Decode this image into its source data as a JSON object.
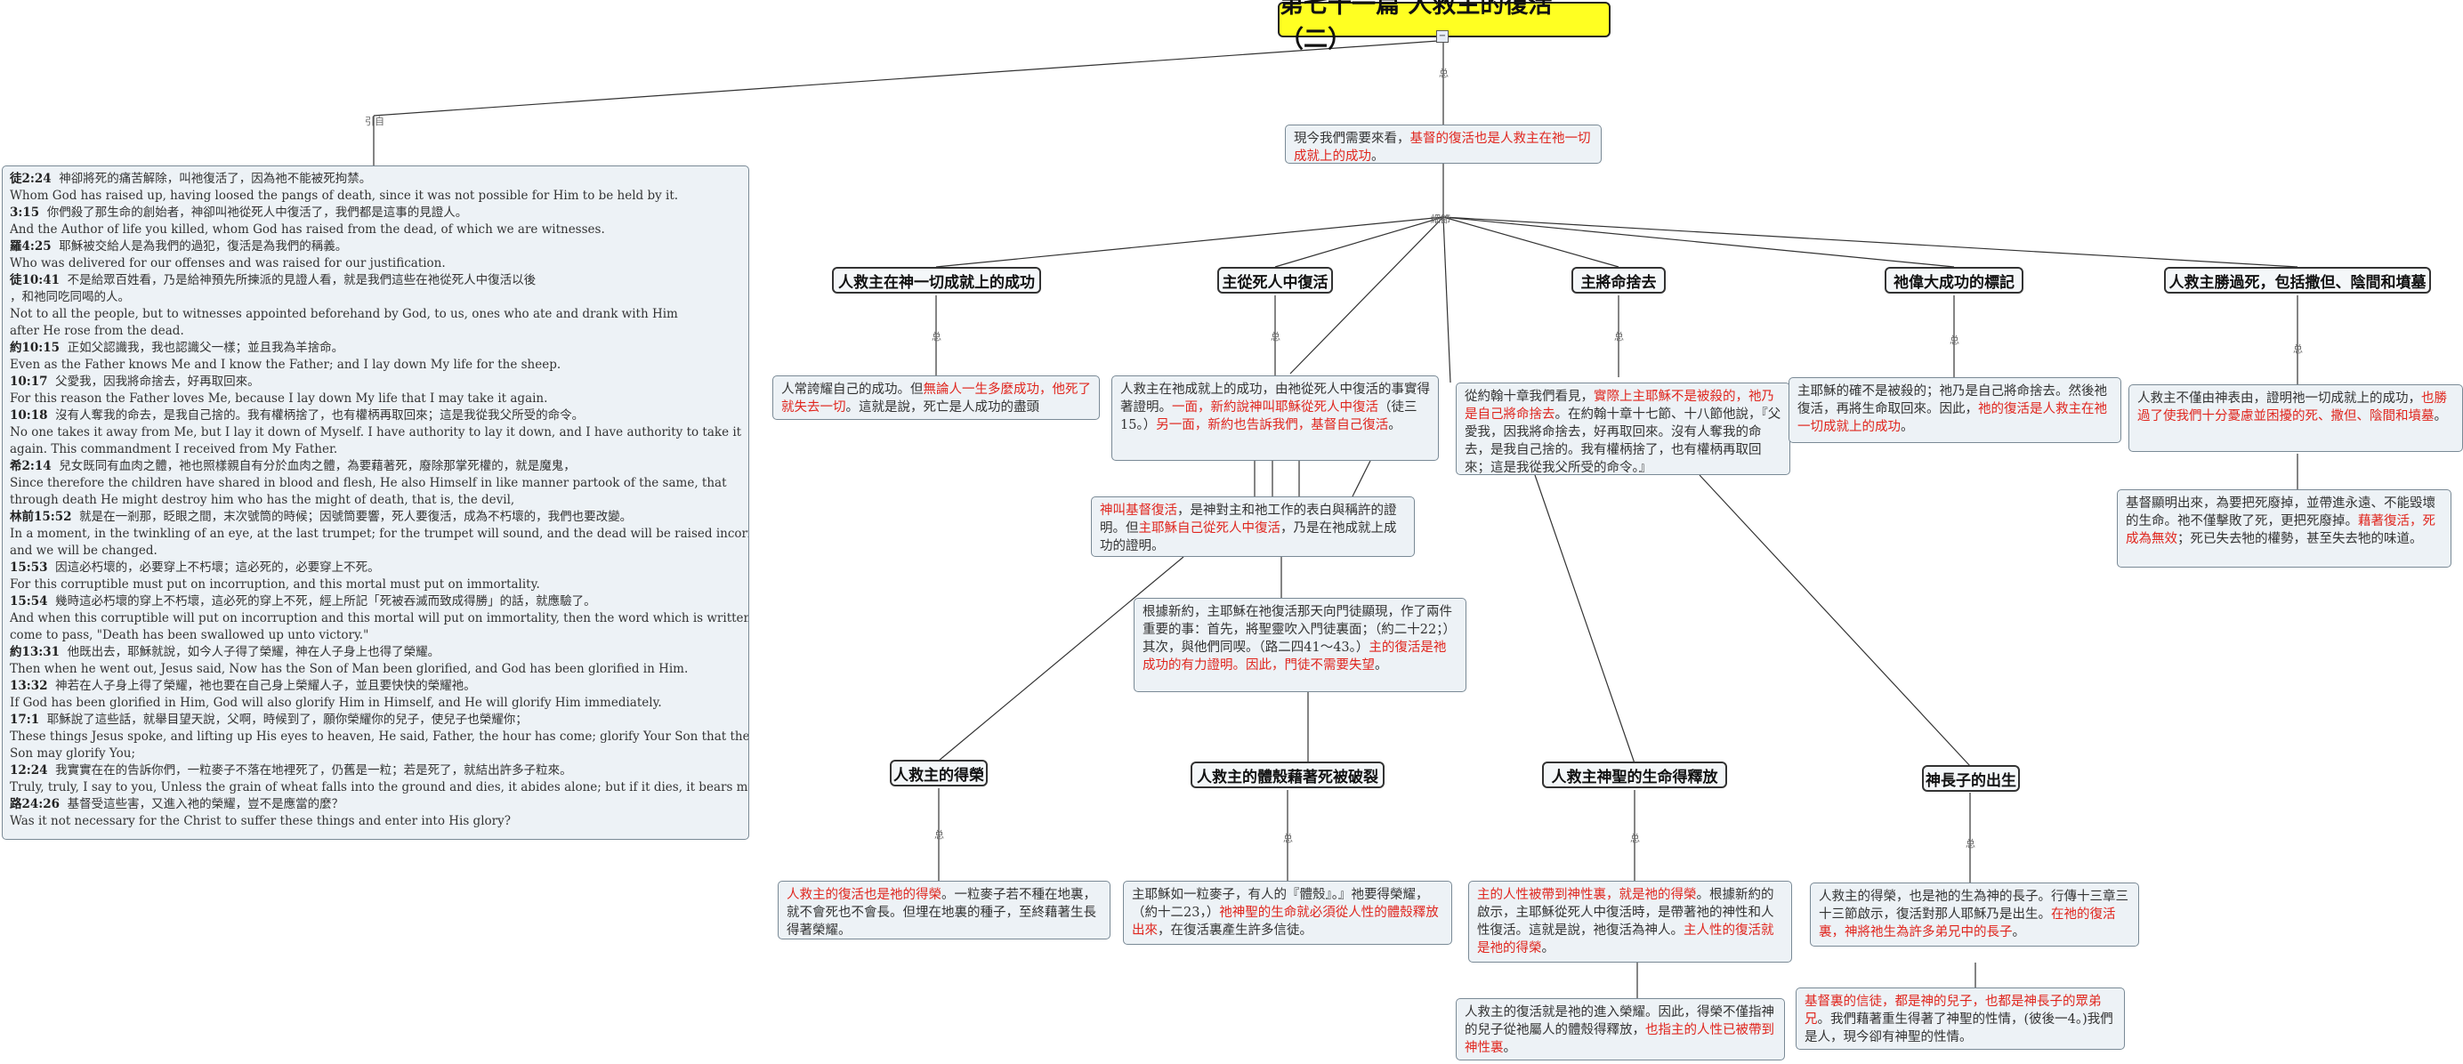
{
  "title": "第七十一篇 人救主的復活（二）",
  "link_labels": {
    "yinzi": "引自",
    "root": "总",
    "branch": "細節",
    "leaf": "总"
  },
  "intro": [
    {
      "t": "現今我們需要來看，"
    },
    {
      "t": "基督的復活也是人救主在祂一切成就上的成功",
      "r": true
    },
    {
      "t": "。"
    }
  ],
  "topics": {
    "t1": "人救主在神一切成就上的成功",
    "t2": "主從死人中復活",
    "t3": "主將命捨去",
    "t4": "祂偉大成功的標記",
    "t5": "人救主勝過死，包括撒但、陰間和墳墓",
    "t6": "人救主的得榮",
    "t7": "人救主的體殼藉著死被破裂",
    "t8": "人救主神聖的生命得釋放",
    "t9": "神長子的出生"
  },
  "notes": {
    "n1": [
      {
        "t": "人常誇耀自己的成功。但"
      },
      {
        "t": "無論人一生多麼成功，他死了就失去一切",
        "r": true
      },
      {
        "t": "。這就是說，死亡是人成功的盡頭"
      }
    ],
    "n2": [
      {
        "t": "人救主在祂成就上的成功，由祂從死人中復活的事實得著證明。"
      },
      {
        "t": "一面，新約說神叫耶穌從死人中復活",
        "r": true
      },
      {
        "t": "（徒三15。）"
      },
      {
        "t": "另一面，新約也告訴我們，基督自己復活",
        "r": true
      },
      {
        "t": "。"
      }
    ],
    "n3": [
      {
        "t": "神叫基督復活",
        "r": true
      },
      {
        "t": "，是神對主和祂工作的表白與稱許的證明。但"
      },
      {
        "t": "主耶穌自己從死人中復活",
        "r": true
      },
      {
        "t": "，乃是在祂成就上成功的證明。"
      }
    ],
    "n4": [
      {
        "t": "根據新約，主耶穌在祂復活那天向門徒顯現，作了兩件重要的事：首先，將聖靈吹入門徒裏面；（約二十22；）其次，與他們同喫。（路二四41～43。）"
      },
      {
        "t": "主的復活是祂成功的有力證明。因此，門徒不需要失望",
        "r": true
      },
      {
        "t": "。"
      }
    ],
    "n5": [
      {
        "t": "從約翰十章我們看見，"
      },
      {
        "t": "實際上主耶穌不是被殺的，祂乃是自己將命捨去",
        "r": true
      },
      {
        "t": "。在約翰十章十七節、十八節他說，『父愛我，因我將命捨去，好再取回來。沒有人奪我的命去，是我自己捨的。我有權柄捨了，也有權柄再取回來；這是我從我父所受的命令。』"
      }
    ],
    "n6": [
      {
        "t": "主耶穌的確不是被殺的；祂乃是自己將命捨去。然後祂復活，再將生命取回來。因此，"
      },
      {
        "t": "祂的復活是人救主在祂一切成就上的成功",
        "r": true
      },
      {
        "t": "。"
      }
    ],
    "n7": [
      {
        "t": "人救主不僅由神表由，證明祂一切成就上的成功，"
      },
      {
        "t": "也勝過了使我們十分憂慮並困擾的死、撒但、陰間和墳墓",
        "r": true
      },
      {
        "t": "。"
      }
    ],
    "n8": [
      {
        "t": "基督顯明出來，為要把死廢掉，並帶進永遠、不能毀壞的生命。祂不僅擊敗了死，更把死廢掉。"
      },
      {
        "t": "藉著復活，死成為無效",
        "r": true
      },
      {
        "t": "；死已失去牠的權勢，甚至失去牠的味道。"
      }
    ],
    "n9": [
      {
        "t": "人救主的復活也是祂的得榮",
        "r": true
      },
      {
        "t": "。一粒麥子若不種在地裏，就不會死也不會長。但埋在地裏的種子，至終藉著生長得著榮耀。"
      }
    ],
    "n10": [
      {
        "t": "主耶穌如一粒麥子，有人的『體殼』。』祂要得榮耀，（約十二23，）"
      },
      {
        "t": "祂神聖的生命就必須從人性的體殼釋放出來",
        "r": true
      },
      {
        "t": "，在復活裏產生許多信徒。"
      }
    ],
    "n11": [
      {
        "t": "主的人性被帶到神性裏，就是祂的得榮",
        "r": true
      },
      {
        "t": "。根據新約的啟示，主耶穌從死人中復活時，是帶著祂的神性和人性復活。這就是說，祂復活為神人。"
      },
      {
        "t": "主人性的復活就是祂的得榮",
        "r": true
      },
      {
        "t": "。"
      }
    ],
    "n12": [
      {
        "t": "人救主的復活就是祂的進入榮耀。因此，得榮不僅指神的兒子從祂屬人的體殼得釋放，"
      },
      {
        "t": "也指主的人性已被帶到神性裏",
        "r": true
      },
      {
        "t": "。"
      }
    ],
    "n13": [
      {
        "t": "人救主的得榮，也是祂的生為神的長子。行傳十三章三十三節啟示，復活對那人耶穌乃是出生。"
      },
      {
        "t": "在祂的復活裏，神將祂生為許多弟兄中的長子",
        "r": true
      },
      {
        "t": "。"
      }
    ],
    "n14": [
      {
        "t": "基督裏的信徒，都是神的兒子，也都是神長子的眾弟兄",
        "r": true
      },
      {
        "t": "。我們藉著重生得著了神聖的性情，(彼後一4。)我們是人，現今卻有神聖的性情。"
      }
    ]
  },
  "references": [
    {
      "ref": "徒2:24",
      "zh": "神卻將死的痛苦解除，叫祂復活了，因為祂不能被死拘禁。",
      "en": [
        "Whom God has raised up, having loosed the pangs of death, since it was not possible for Him to be held by it."
      ]
    },
    {
      "ref": "3:15",
      "zh": "你們殺了那生命的創始者，神卻叫祂從死人中復活了，我們都是這事的見證人。",
      "en": [
        "And the Author of life you killed, whom God has raised from the dead, of which we are witnesses."
      ]
    },
    {
      "ref": "羅4:25",
      "zh": "耶穌被交給人是為我們的過犯，復活是為我們的稱義。",
      "en": [
        "Who was delivered for our offenses and was raised for our justification."
      ]
    },
    {
      "ref": "徒10:41",
      "zh": "不是給眾百姓看，乃是給神預先所揀派的見證人看，就是我們這些在祂從死人中復活以後",
      "zh2": "，和祂同吃同喝的人。",
      "en": [
        "Not to all the people, but to witnesses appointed beforehand by God, to us, ones who ate and drank with Him",
        "after He rose from the dead."
      ]
    },
    {
      "ref": "約10:15",
      "zh": "正如父認識我，我也認識父一樣；並且我為羊捨命。",
      "en": [
        "Even as the Father knows Me and I know the Father; and I lay down My life for the sheep."
      ]
    },
    {
      "ref": "10:17",
      "zh": "父愛我，因我將命捨去，好再取回來。",
      "en": [
        "For this reason the Father loves Me, because I lay down My life that I may take it again."
      ]
    },
    {
      "ref": "10:18",
      "zh": "沒有人奪我的命去，是我自己捨的。我有權柄捨了，也有權柄再取回來；這是我從我父所受的命令。",
      "en": [
        "No one takes it away from Me, but I lay it down of Myself. I have authority to lay it down, and I have authority to take it",
        "again. This commandment I received from My Father."
      ]
    },
    {
      "ref": "希2:14",
      "zh": "兒女既同有血肉之體，祂也照樣親自有分於血肉之體，為要藉著死，廢除那掌死權的，就是魔鬼，",
      "en": [
        "Since therefore the children have shared in blood and flesh, He also Himself in like manner partook of the same, that",
        "through death He might destroy him who has the might of death, that is, the devil,"
      ]
    },
    {
      "ref": "林前15:52",
      "zh": "就是在一剎那，眨眼之間，末次號筒的時候；因號筒要響，死人要復活，成為不朽壞的，我們也要改變。",
      "en": [
        "In a moment, in the twinkling of an eye, at the last trumpet; for the trumpet will sound, and the dead will be raised incorruptible,",
        "and we will be changed."
      ]
    },
    {
      "ref": "15:53",
      "zh": "因這必朽壞的，必要穿上不朽壞；這必死的，必要穿上不死。",
      "en": [
        "For this corruptible must put on incorruption, and this mortal must put on immortality."
      ]
    },
    {
      "ref": "15:54",
      "zh": "幾時這必朽壞的穿上不朽壞，這必死的穿上不死，經上所記「死被吞滅而致成得勝」的話，就應驗了。",
      "en": [
        "And when this corruptible will put on incorruption and this mortal will put on immortality, then the word which is written will",
        " come to pass, \"Death has been swallowed up unto victory.\""
      ]
    },
    {
      "ref": "約13:31",
      "zh": "他既出去，耶穌就說，如今人子得了榮耀，神在人子身上也得了榮耀。",
      "en": [
        "Then when he went out, Jesus said, Now has the Son of Man been glorified, and God has been glorified in Him."
      ]
    },
    {
      "ref": "13:32",
      "zh": "神若在人子身上得了榮耀，祂也要在自己身上榮耀人子，並且要快快的榮耀祂。",
      "en": [
        "If God has been glorified in Him, God will also glorify Him in Himself, and He will glorify Him immediately."
      ]
    },
    {
      "ref": "17:1",
      "zh": "耶穌說了這些話，就舉目望天說，父啊，時候到了，願你榮耀你的兒子，使兒子也榮耀你；",
      "en": [
        "These things Jesus spoke, and lifting up His eyes to heaven, He said, Father, the hour has come; glorify Your Son that the",
        "Son may glorify You;"
      ]
    },
    {
      "ref": "12:24",
      "zh": "我實實在在的告訴你們，一粒麥子不落在地裡死了，仍舊是一粒；若是死了，就結出許多子粒來。",
      "en": [
        "Truly, truly, I say to you, Unless the grain of wheat falls into the ground and dies, it abides alone; but if it dies, it bears much fruit."
      ]
    },
    {
      "ref": "路24:26",
      "zh": "基督受這些害，又進入祂的榮耀，豈不是應當的麼？",
      "en": [
        "Was it not necessary for the Christ to suffer these things and enter into His glory?"
      ]
    }
  ]
}
